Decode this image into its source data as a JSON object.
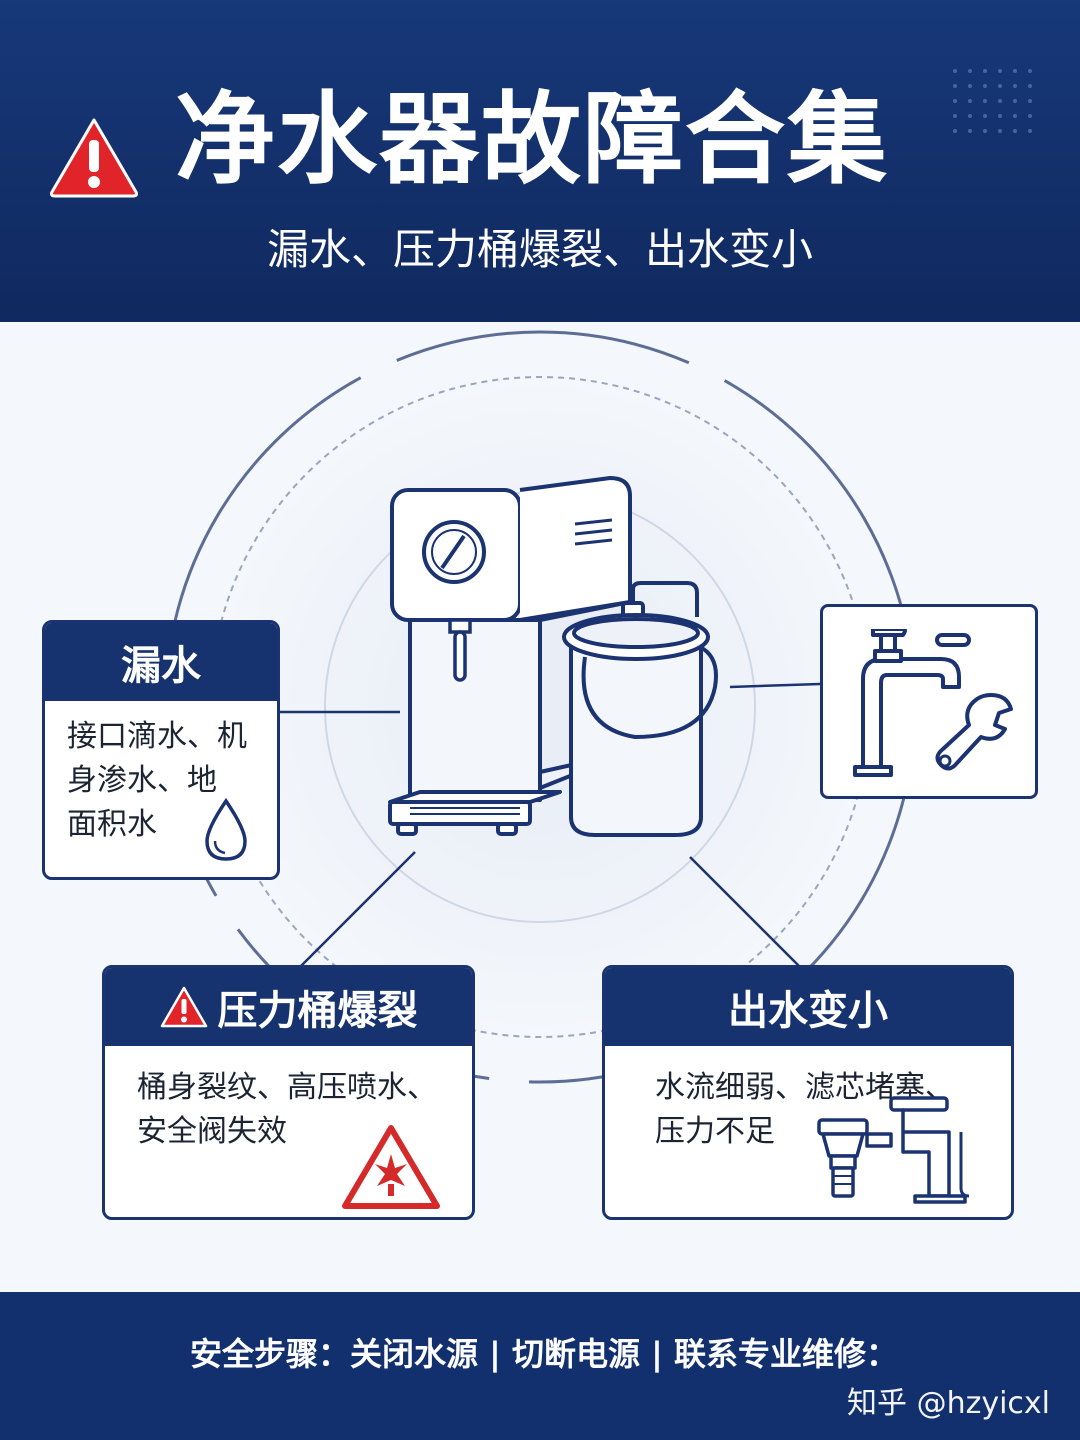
{
  "header": {
    "title": "净水器故障合集",
    "subtitle": "漏水、压力桶爆裂、出水变小"
  },
  "cards": {
    "leak": {
      "title": "漏水",
      "body_lines": [
        "接口滴水、机",
        "身渗水、地",
        "面积水"
      ]
    },
    "burst": {
      "title": "压力桶爆裂",
      "body_lines": [
        "桶身裂纹、高压喷水、",
        "安全阀失效"
      ]
    },
    "lowflow": {
      "title": "出水变小",
      "body_lines": [
        "水流细弱、滤芯堵塞、",
        "压力不足"
      ]
    }
  },
  "footer": {
    "safety_steps": "安全步骤：关闭水源 | 切断电源 | 联系专业维修：",
    "watermark": "知乎 @hzyicxl"
  },
  "colors": {
    "navy": "#13306e",
    "accent_red": "#d42a2a",
    "line": "#1b3371"
  },
  "icons": [
    "warning-triangle-icon",
    "water-drop-icon",
    "faucet-icon",
    "wrench-icon",
    "burst-warning-icon",
    "filter-faucet-icon",
    "water-purifier-illustration",
    "pressure-tank-illustration"
  ]
}
